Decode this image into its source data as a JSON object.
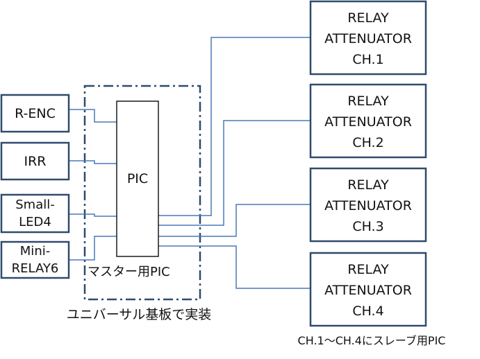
{
  "left_modules": [
    {
      "lines": [
        "R-ENC"
      ]
    },
    {
      "lines": [
        "IRR"
      ]
    },
    {
      "lines": [
        "Small-",
        "LED4"
      ]
    },
    {
      "lines": [
        "Mini-",
        "RELAY6"
      ]
    }
  ],
  "pic": {
    "label": "PIC"
  },
  "master": {
    "label": "マスター用PIC",
    "board_caption": "ユニバーサル基板で実装"
  },
  "relays": [
    {
      "line1": "RELAY",
      "line2": "ATTENUATOR",
      "line3": "CH.1"
    },
    {
      "line1": "RELAY",
      "line2": "ATTENUATOR",
      "line3": "CH.2"
    },
    {
      "line1": "RELAY",
      "line2": "ATTENUATOR",
      "line3": "CH.3"
    },
    {
      "line1": "RELAY",
      "line2": "ATTENUATOR",
      "line3": "CH.4"
    }
  ],
  "slave_caption": "CH.1〜CH.4にスレーブ用PIC",
  "colors": {
    "box_border": "#2f4a6d",
    "wire": "#4a78b8",
    "text": "#111111",
    "background": "#ffffff"
  }
}
